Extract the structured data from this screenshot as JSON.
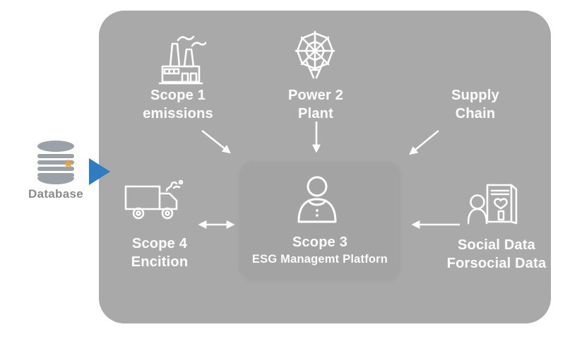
{
  "colors": {
    "panel_gray": "#a9a9a9",
    "center_box_gray": "#a3a3a3",
    "icon_text_white": "#fcfcfc",
    "flow_arrow_blue": "#2e7cc1",
    "database_cylinder_gray": "#9aa1a8",
    "database_label_gray": "#8b8b8b",
    "star_orange": "#f2a233"
  },
  "database": {
    "label": "Database",
    "icon": "database-cylinder-icon"
  },
  "nodes": {
    "scope1": {
      "line1": "Scope 1",
      "line2": "emissions",
      "icon": "factory-icon"
    },
    "power_plant": {
      "line1": "Power 2",
      "line2": "Plant",
      "icon": "power-grid-web-icon"
    },
    "supply_chain": {
      "line1": "Supply",
      "line2": "Chain"
    },
    "scope4": {
      "line1": "Scope 4",
      "line2": "Encition",
      "icon": "truck-icon"
    },
    "center": {
      "line1": "Scope 3",
      "line2": "ESG Managemt Platforn",
      "icon": "person-icon"
    },
    "social": {
      "line1": "Social Data",
      "line2": "Forsocial Data",
      "icon": "person-document-heart-icon"
    }
  },
  "arrows": [
    {
      "name": "database-to-panel",
      "direction": "right",
      "color": "#2e7cc1"
    },
    {
      "name": "scope1-to-center",
      "direction": "down-right",
      "color": "#ffffff"
    },
    {
      "name": "power-plant-to-center",
      "direction": "down",
      "color": "#ffffff"
    },
    {
      "name": "supply-chain-to-center",
      "direction": "down-left",
      "color": "#ffffff"
    },
    {
      "name": "scope4-center-bidirectional",
      "direction": "left-right",
      "color": "#ffffff"
    },
    {
      "name": "social-to-center",
      "direction": "left",
      "color": "#ffffff"
    }
  ]
}
